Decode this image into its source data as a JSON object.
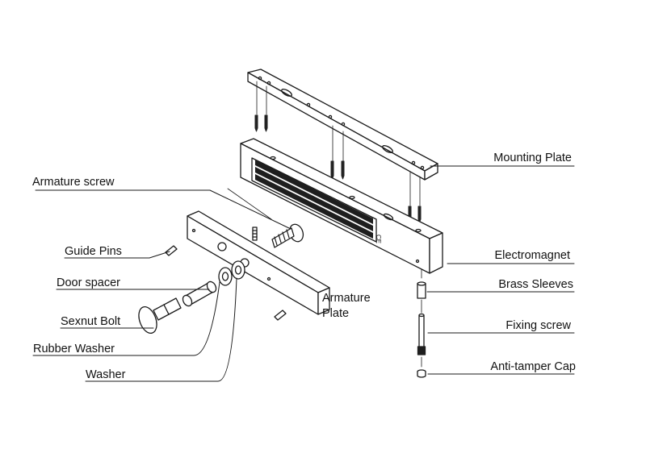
{
  "labels": {
    "armature_screw": "Armature screw",
    "guide_pins": "Guide Pins",
    "door_spacer": "Door spacer",
    "sexnut_bolt": "Sexnut Bolt",
    "rubber_washer": "Rubber Washer",
    "washer": "Washer",
    "armature_plate_line1": "Armature",
    "armature_plate_line2": "Plate",
    "mounting_plate": "Mounting Plate",
    "electromagnet": "Electromagnet",
    "brass_sleeves": "Brass Sleeves",
    "fixing_screw": "Fixing screw",
    "anti_tamper_cap": "Anti-tamper Cap"
  },
  "magnet_marking": "CE",
  "colors": {
    "stroke": "#1a1a1a",
    "fill": "#ffffff",
    "shade": "#d9d9d9",
    "dark": "#222222"
  }
}
